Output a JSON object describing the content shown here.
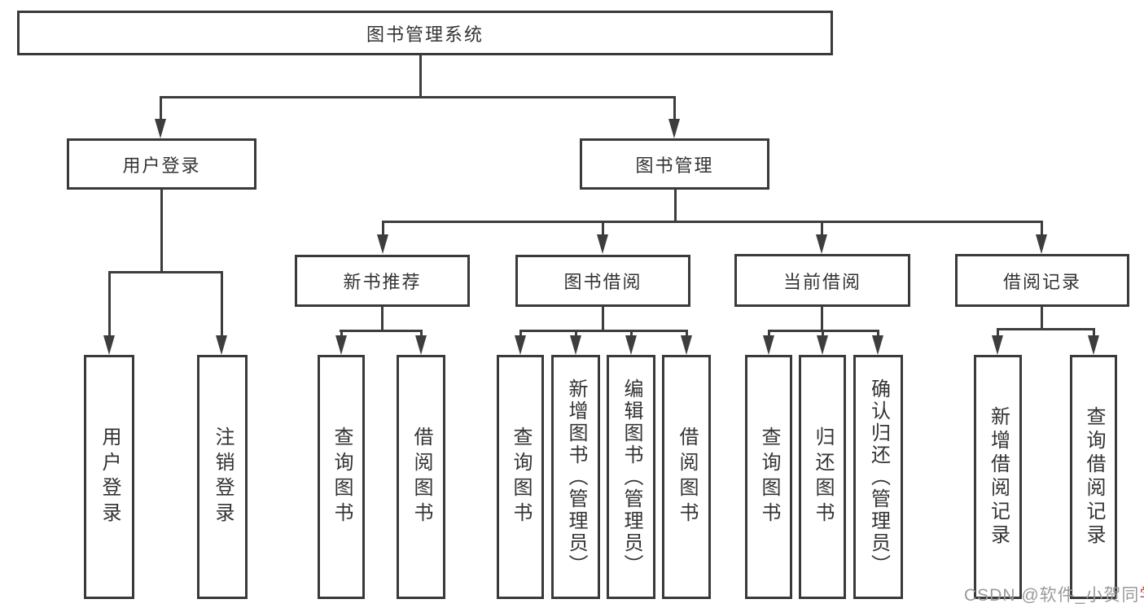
{
  "colors": {
    "line": "#3d3d3d",
    "box-border": "#3a3a3a",
    "text": "#333333",
    "watermark-gray": "#9a9a9a",
    "watermark-red": "#c0564f"
  },
  "diagram": {
    "root": {
      "label": "图书管理系统"
    },
    "branches": {
      "user_login": {
        "label": "用户登录",
        "children": [
          {
            "label": "用户登录"
          },
          {
            "label": "注销登录"
          }
        ]
      },
      "book_mgmt": {
        "label": "图书管理",
        "children": [
          {
            "label": "新书推荐",
            "children": [
              {
                "label": "查询图书"
              },
              {
                "label": "借阅图书"
              }
            ]
          },
          {
            "label": "图书借阅",
            "children": [
              {
                "label": "查询图书"
              },
              {
                "label": "新增图书（管理员）"
              },
              {
                "label": "编辑图书（管理员）"
              },
              {
                "label": "借阅图书"
              }
            ]
          },
          {
            "label": "当前借阅",
            "children": [
              {
                "label": "查询图书"
              },
              {
                "label": "归还图书"
              },
              {
                "label": "确认归还（管理员）"
              }
            ]
          },
          {
            "label": "借阅记录",
            "children": [
              {
                "label": "新增借阅记录"
              },
              {
                "label": "查询借阅记录"
              }
            ]
          }
        ]
      }
    }
  },
  "watermark": {
    "gray_text": "CSDN @软件_小贺同",
    "red_text": "学"
  }
}
